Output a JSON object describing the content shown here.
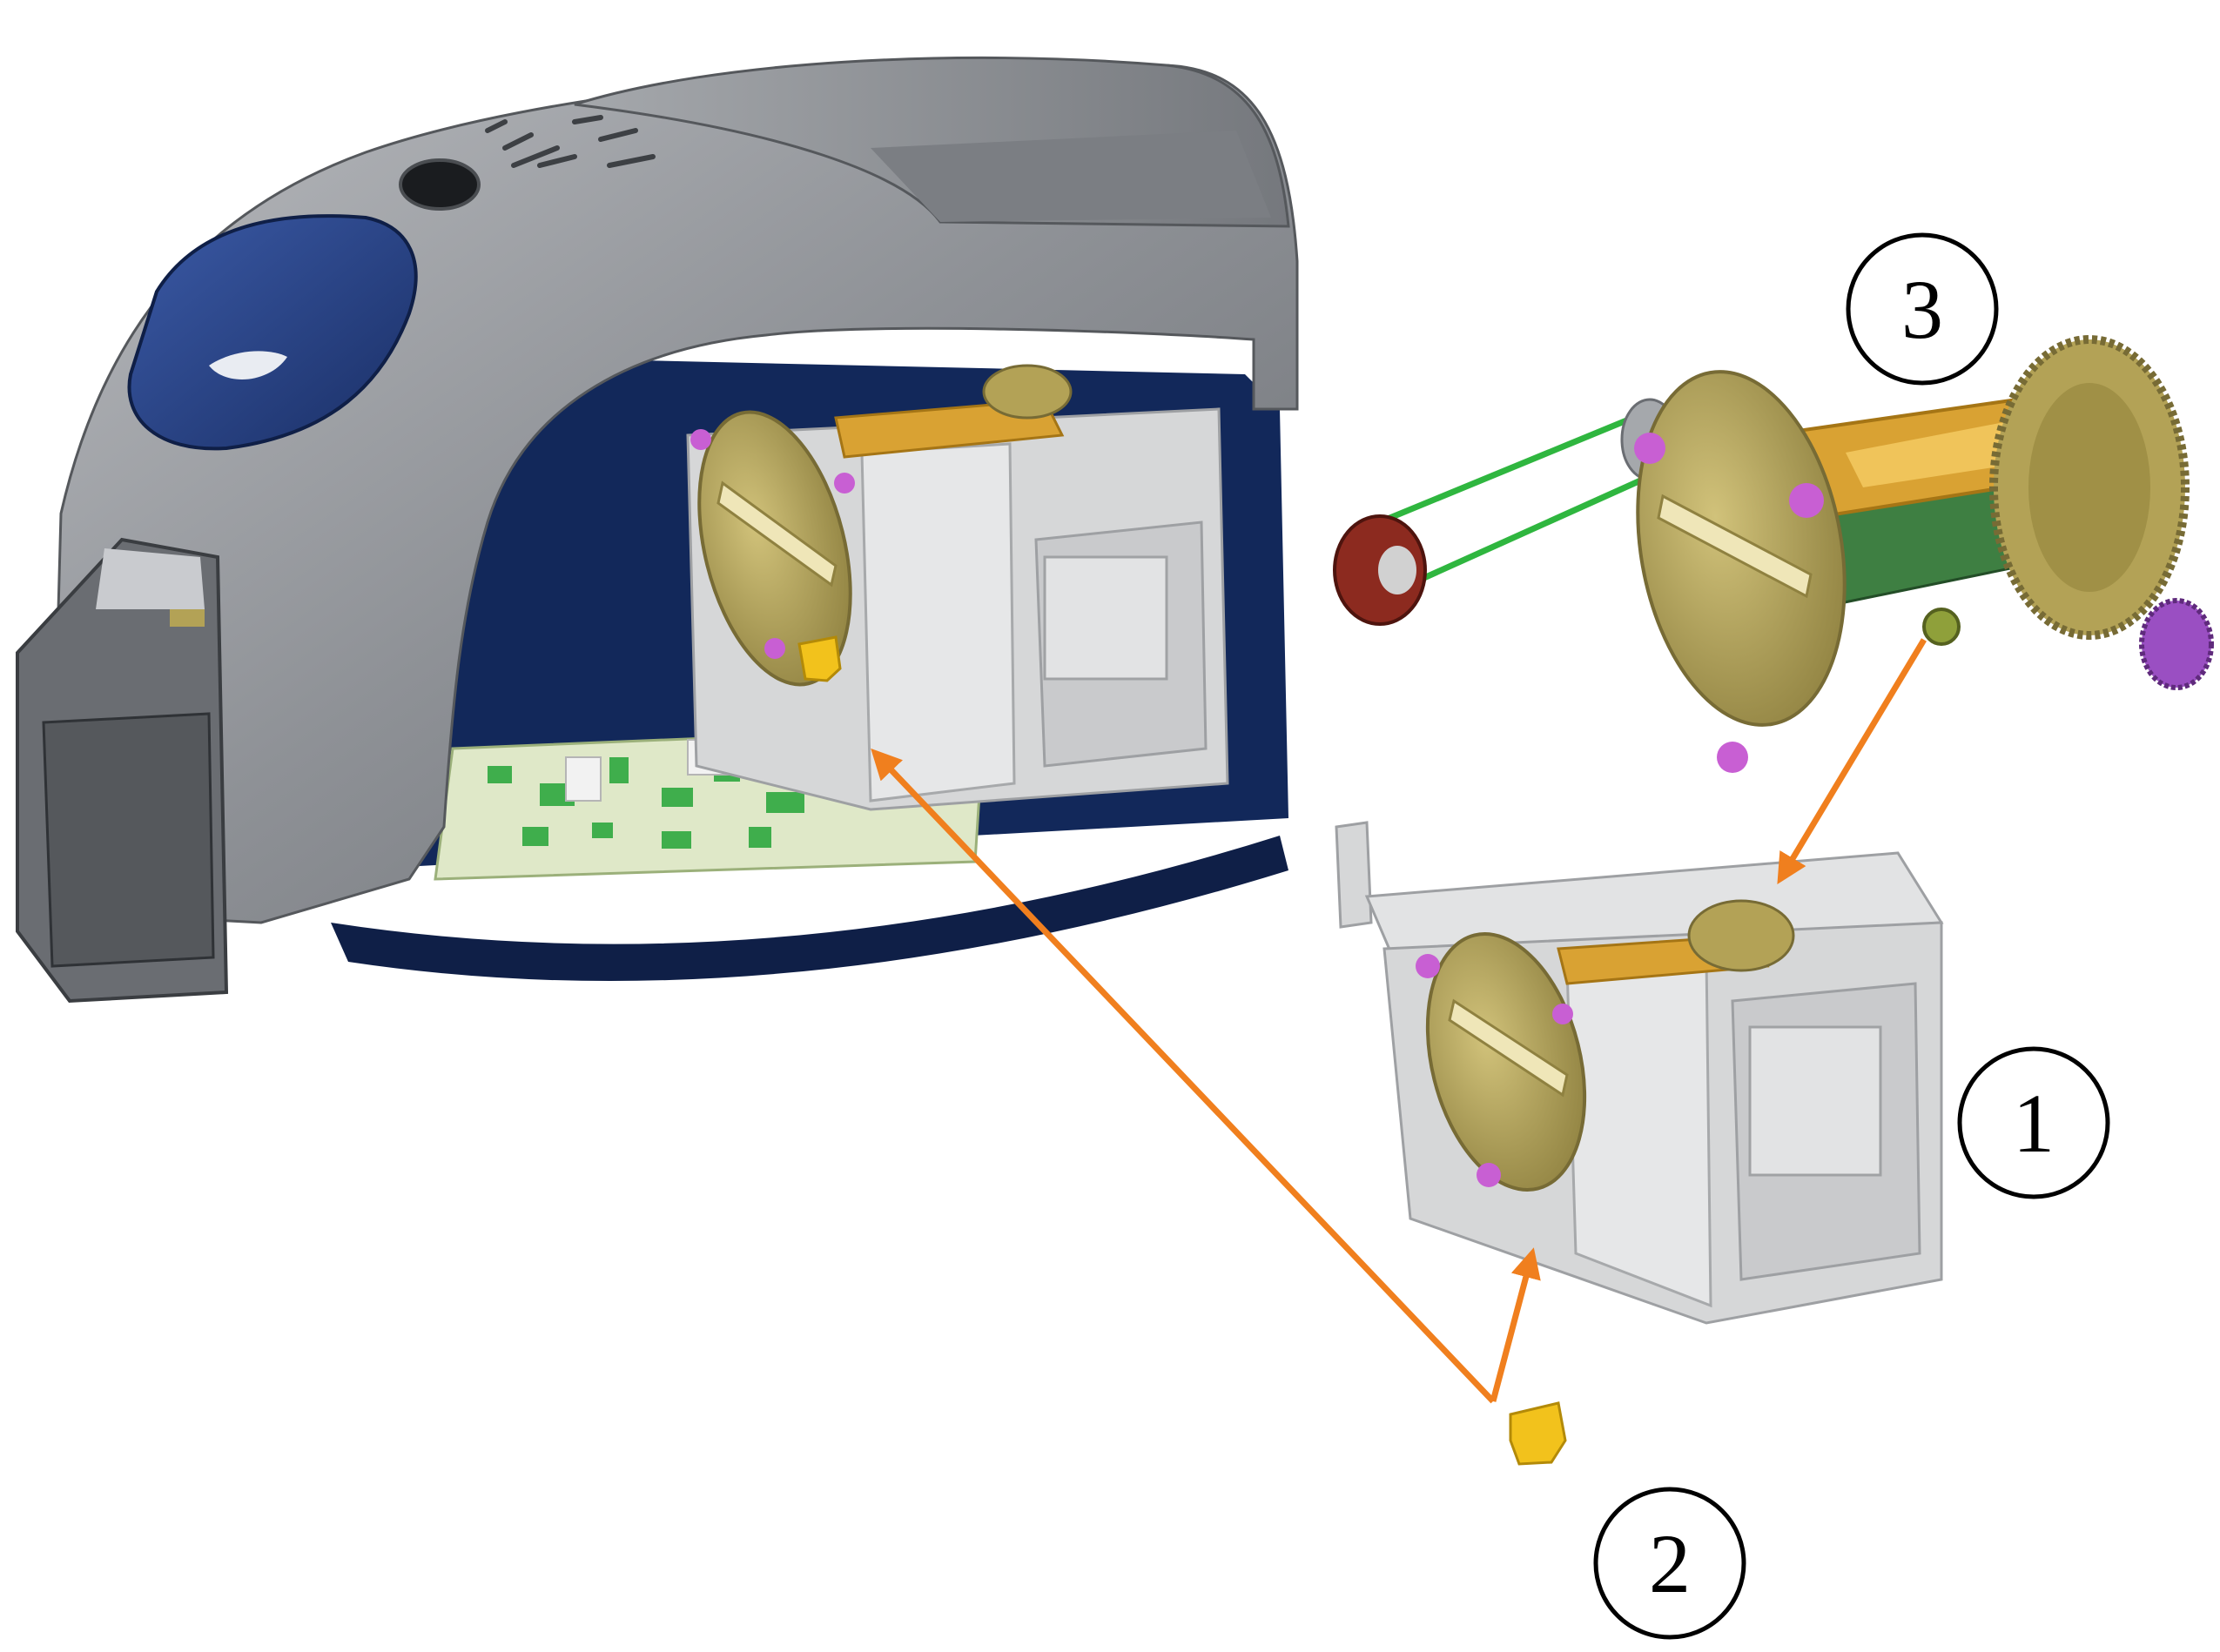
{
  "callouts": [
    {
      "id": "callout-1",
      "label": "1"
    },
    {
      "id": "callout-2",
      "label": "2"
    },
    {
      "id": "callout-3",
      "label": "3"
    }
  ],
  "colors": {
    "printer_shell": "#8e9196",
    "printer_shell_dark": "#5d6065",
    "panel_blue": "#1f3a7a",
    "base_navy": "#12285a",
    "bracket_grey": "#d6d7d8",
    "disc_gold": "#b3a256",
    "arm_orange": "#d9a233",
    "roller_pink": "#c85fd3",
    "board_green": "#3fae4c",
    "belt_green": "#2fb63f",
    "pulley_red": "#8c2a1f",
    "arrow_orange": "#f07f1e"
  },
  "icons": [
    "printer-body",
    "module-assembly",
    "ribbon-drive-assembly",
    "latch-clip"
  ]
}
